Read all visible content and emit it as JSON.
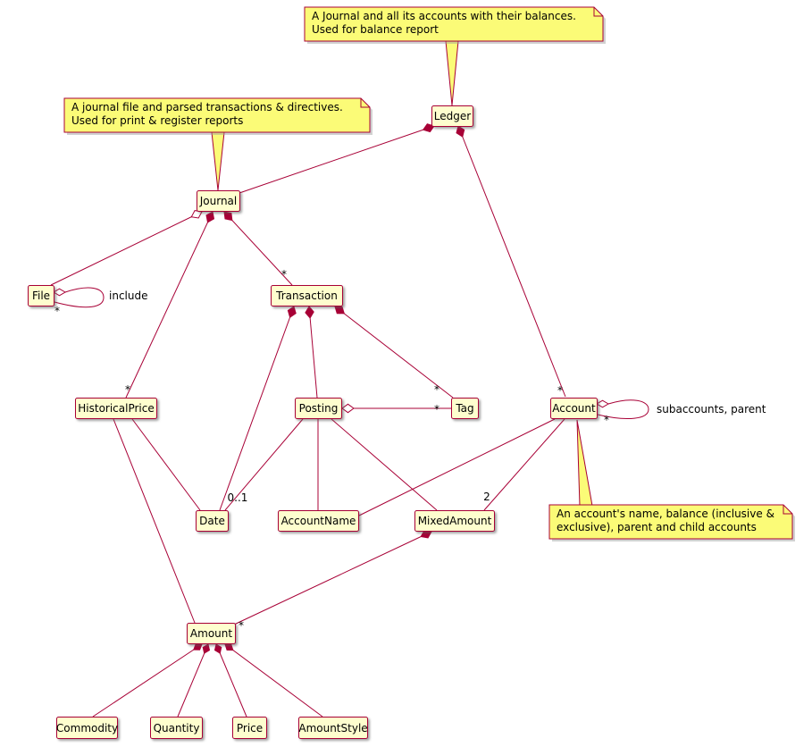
{
  "diagram": {
    "type": "uml-class-diagram",
    "nodes": {
      "ledger": "Ledger",
      "journal": "Journal",
      "file": "File",
      "transaction": "Transaction",
      "historical_price": "HistoricalPrice",
      "posting": "Posting",
      "tag": "Tag",
      "account": "Account",
      "date": "Date",
      "account_name": "AccountName",
      "mixed_amount": "MixedAmount",
      "amount": "Amount",
      "commodity": "Commodity",
      "quantity": "Quantity",
      "price": "Price",
      "amount_style": "AmountStyle"
    },
    "notes": {
      "ledger": {
        "line1": "A Journal and all its accounts with their balances.",
        "line2": "Used for balance report"
      },
      "journal": {
        "line1": "A journal file and parsed transactions & directives.",
        "line2": "Used for print & register reports"
      },
      "account": {
        "line1": "An account's name, balance (inclusive &",
        "line2": "exclusive), parent and child accounts"
      }
    },
    "edge_labels": {
      "star": "*",
      "zero_or_one": "0..1",
      "two": "2",
      "include": "include",
      "subaccounts_parent": "subaccounts, parent"
    },
    "colors": {
      "node_bg": "#FEFECE",
      "note_bg": "#FBFB77",
      "line": "#A80036"
    }
  }
}
